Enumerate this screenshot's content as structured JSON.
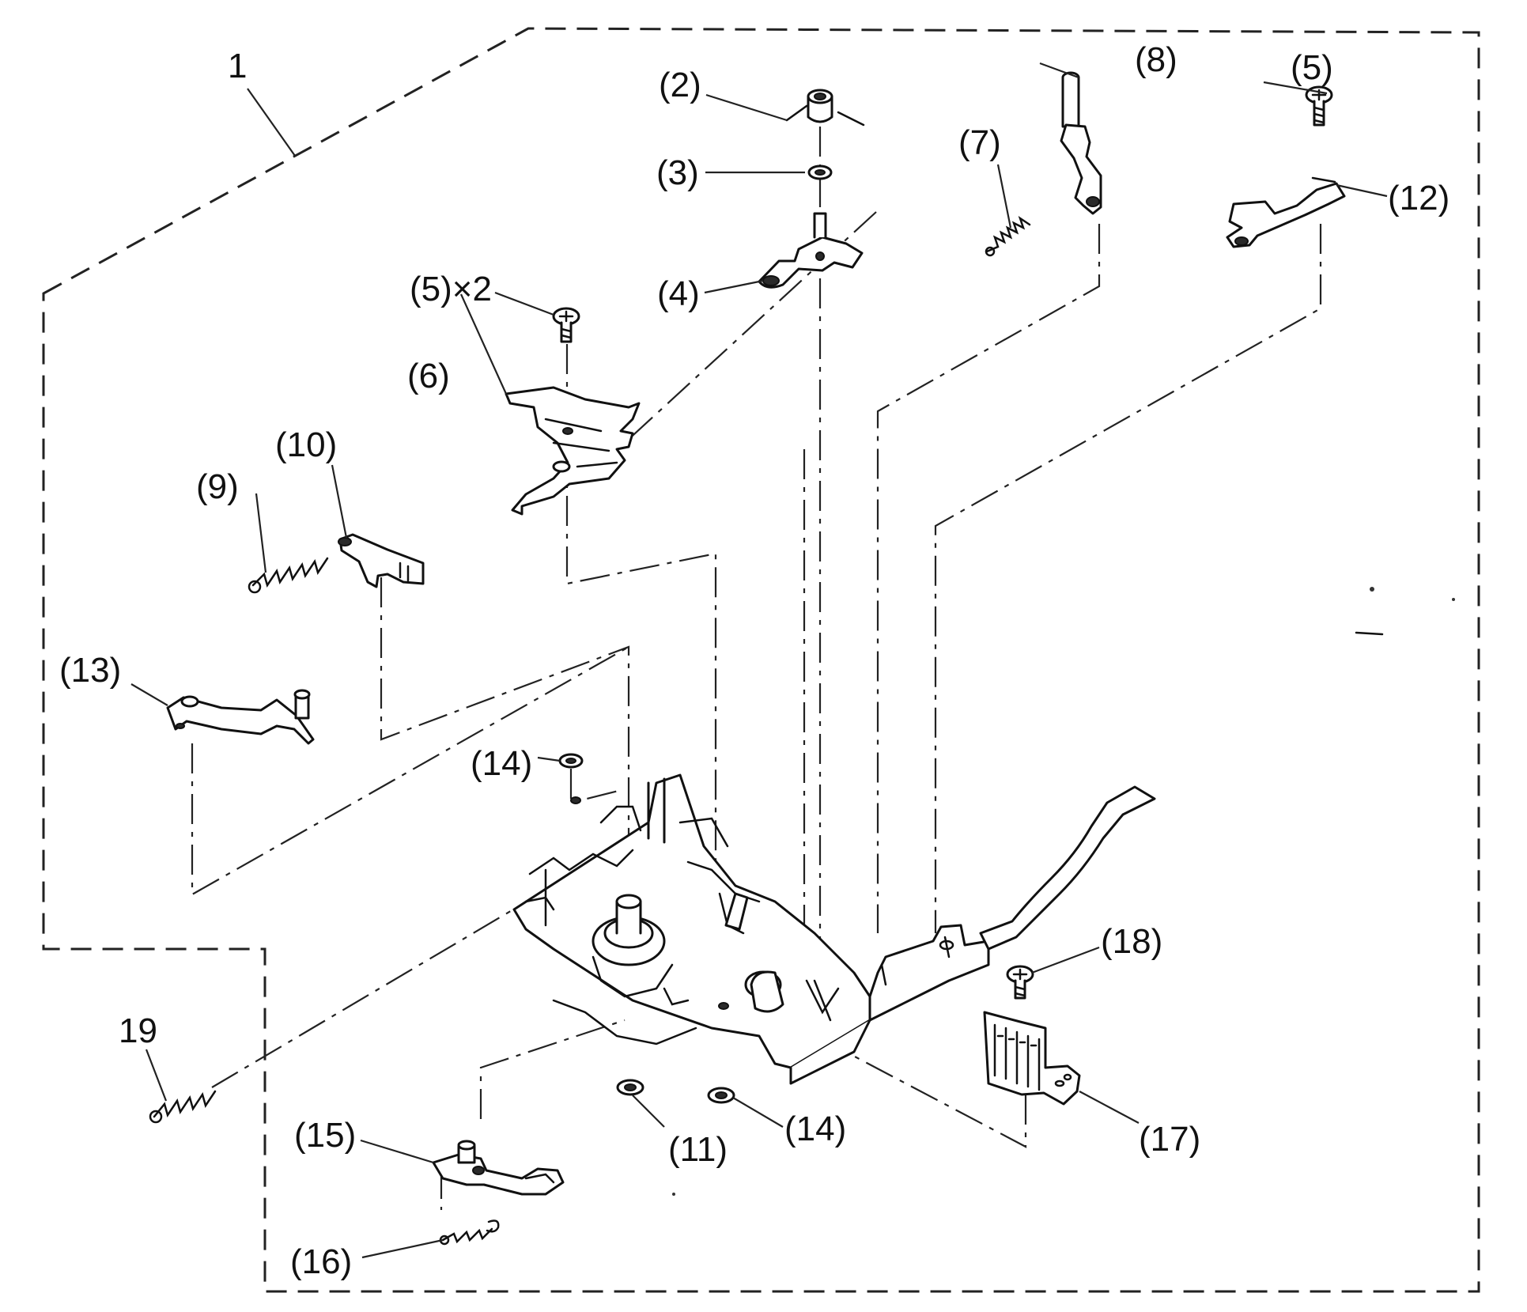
{
  "assembly_number": "1",
  "parts": [
    {
      "id": "p2",
      "label": "(2)",
      "name": "gear-cap"
    },
    {
      "id": "p3",
      "label": "(3)",
      "name": "washer"
    },
    {
      "id": "p4",
      "label": "(4)",
      "name": "gear-lever-assembly"
    },
    {
      "id": "p5a",
      "label": "(5)×2",
      "name": "screw"
    },
    {
      "id": "p5b",
      "label": "(5)",
      "name": "screw"
    },
    {
      "id": "p6",
      "label": "(6)",
      "name": "slide-bracket"
    },
    {
      "id": "p7",
      "label": "(7)",
      "name": "spring"
    },
    {
      "id": "p8",
      "label": "(8)",
      "name": "pin-lever"
    },
    {
      "id": "p9",
      "label": "(9)",
      "name": "spring"
    },
    {
      "id": "p10",
      "label": "(10)",
      "name": "lever"
    },
    {
      "id": "p11",
      "label": "(11)",
      "name": "washer"
    },
    {
      "id": "p12",
      "label": "(12)",
      "name": "plate-lever"
    },
    {
      "id": "p13",
      "label": "(13)",
      "name": "arm-lever"
    },
    {
      "id": "p14a",
      "label": "(14)",
      "name": "washer"
    },
    {
      "id": "p14b",
      "label": "(14)",
      "name": "washer"
    },
    {
      "id": "p15",
      "label": "(15)",
      "name": "brake-arm"
    },
    {
      "id": "p16",
      "label": "(16)",
      "name": "spring"
    },
    {
      "id": "p17",
      "label": "(17)",
      "name": "switch-board"
    },
    {
      "id": "p18",
      "label": "(18)",
      "name": "screw"
    },
    {
      "id": "p19",
      "label": "19",
      "name": "spring"
    }
  ]
}
